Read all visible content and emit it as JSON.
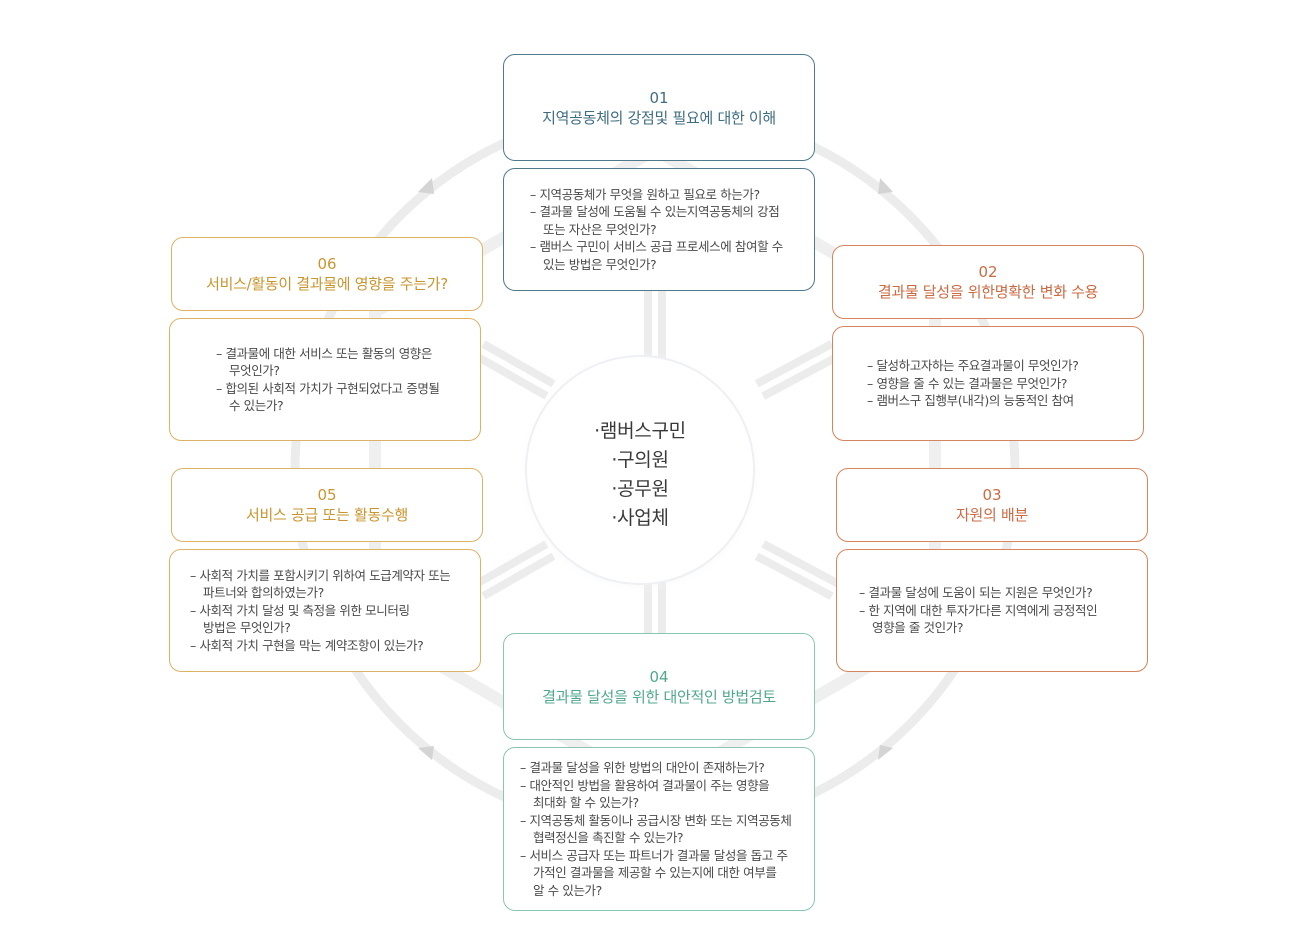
{
  "center": {
    "items": [
      "·램버스구민",
      "·구의원",
      "·공무원",
      "·사업체"
    ]
  },
  "steps": [
    {
      "number": "01",
      "title": "지역공동체의 강점및 필요에 대한 이해",
      "color": "#3f6d80",
      "bullets": [
        "지역공동체가 무엇을 원하고 필요로 하는가?",
        "결과물 달성에 도움될 수 있는지역공동체의 강점 또는 자산은 무엇인가?",
        "램버스 구민이 서비스 공급 프로세스에 참여할 수 있는 방법은 무엇인가?"
      ]
    },
    {
      "number": "02",
      "title": "결과물 달성을 위한명확한 변화 수용",
      "color": "#cc6a42",
      "bullets": [
        "달성하고자하는 주요결과물이 무엇인가?",
        "영향을 줄 수 있는 결과물은 무엇인가?",
        "램버스구 집행부(내각)의 능동적인 참여"
      ]
    },
    {
      "number": "03",
      "title": "자원의 배분",
      "color": "#cc6a42",
      "bullets": [
        "결과물 달성에 도움이 되는 지원은 무엇인가?",
        "한 지역에 대한 투자가다른 지역에게 긍정적인 영향을 줄 것인가?"
      ]
    },
    {
      "number": "04",
      "title": "결과물 달성을 위한 대안적인 방법검토",
      "color": "#4fa88c",
      "bullets": [
        "결과물 달성을 위한 방법의 대안이 존재하는가?",
        "대안적인 방법을 활용하여 결과물이 주는 영향을 최대화 할 수 있는가?",
        "지역공동체 활동이나 공급시장 변화 또는 지역공동체 협력정신을 촉진할 수 있는가?",
        "서비스 공급자 또는 파트너가 결과물 달성을 돕고 주가적인 결과물을 제공할 수 있는지에 대한 여부를 알 수 있는가?"
      ]
    },
    {
      "number": "05",
      "title": "서비스 공급 또는 활동수행",
      "color": "#c9952f",
      "bullets": [
        "사회적 가치를 포함시키기 위하여 도급계약자 또는 파트너와 합의하였는가?",
        "사회적 가치 달성 및 측정을 위한 모니터링 방법은 무엇인가?",
        "사회적 가치 구현을 막는 계약조항이 있는가?"
      ]
    },
    {
      "number": "06",
      "title": "서비스/활동이 결과물에 영향을 주는가?",
      "color": "#c9952f",
      "bullets": [
        "결과물에 대한 서비스 또는 활동의 영향은 무엇인가?",
        "합의된 사회적 가치가 구현되었다고 증명될 수 있는가?"
      ]
    }
  ]
}
